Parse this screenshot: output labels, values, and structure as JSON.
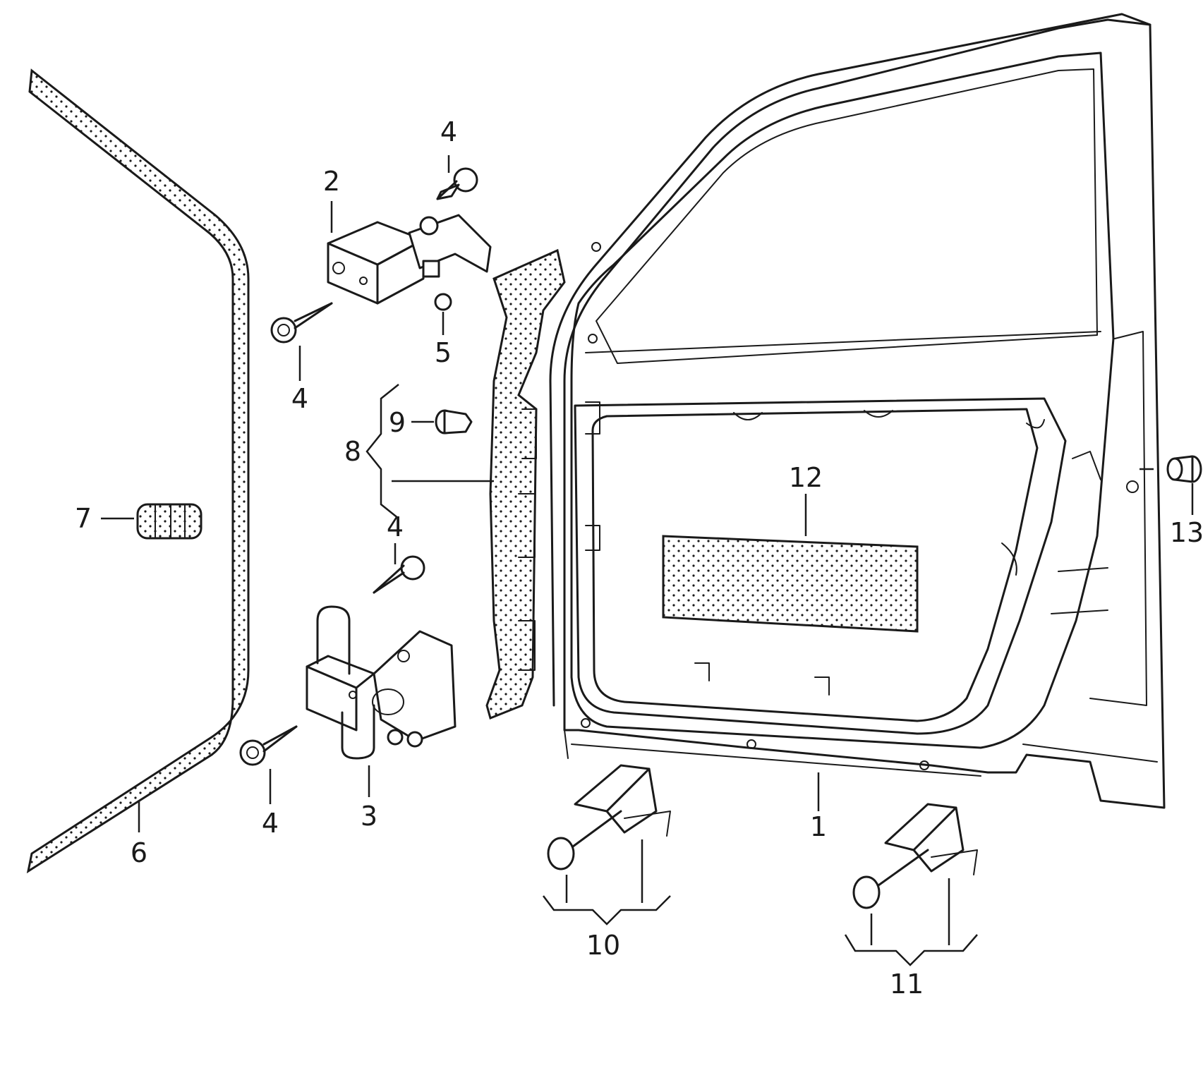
{
  "callouts": [
    {
      "id": "1",
      "label": "1"
    },
    {
      "id": "2",
      "label": "2"
    },
    {
      "id": "3",
      "label": "3"
    },
    {
      "id": "4a",
      "label": "4"
    },
    {
      "id": "4b",
      "label": "4"
    },
    {
      "id": "4c",
      "label": "4"
    },
    {
      "id": "4d",
      "label": "4"
    },
    {
      "id": "5",
      "label": "5"
    },
    {
      "id": "6",
      "label": "6"
    },
    {
      "id": "7",
      "label": "7"
    },
    {
      "id": "8",
      "label": "8"
    },
    {
      "id": "9",
      "label": "9"
    },
    {
      "id": "10",
      "label": "10"
    },
    {
      "id": "11",
      "label": "11"
    },
    {
      "id": "12",
      "label": "12"
    },
    {
      "id": "13",
      "label": "13"
    }
  ],
  "colors": {
    "line": "#1a1a1a",
    "background": "#ffffff"
  }
}
